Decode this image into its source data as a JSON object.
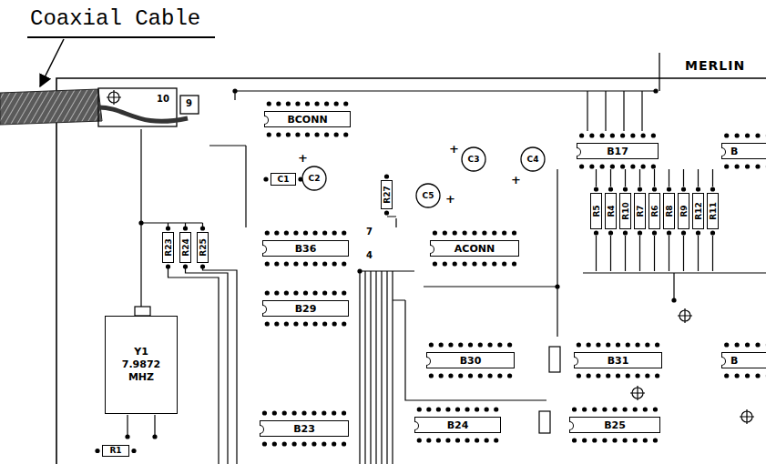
{
  "diagram": {
    "nodes": [
      {
        "text": [
          "BCONN"
        ]
      },
      {
        "text": [
          "R27"
        ]
      },
      {
        "text": [
          "C1"
        ]
      },
      {
        "text": [
          "C2"
        ]
      },
      {
        "text": [
          "C5"
        ]
      },
      {
        "text": [
          "C3"
        ]
      },
      {
        "text": [
          "C4"
        ]
      },
      {
        "text": [
          "B17"
        ]
      },
      {
        "text": [
          "B"
        ]
      },
      {
        "text": [
          "R5"
        ]
      },
      {
        "text": [
          "R4"
        ]
      },
      {
        "text": [
          "R10"
        ]
      },
      {
        "text": [
          "R7"
        ]
      },
      {
        "text": [
          "R6"
        ]
      },
      {
        "text": [
          "R8"
        ]
      },
      {
        "text": [
          "R9"
        ]
      },
      {
        "text": [
          "R12"
        ]
      },
      {
        "text": [
          "R11"
        ]
      },
      {
        "text": [
          "R23"
        ]
      },
      {
        "text": [
          "R24"
        ]
      },
      {
        "text": [
          "R25"
        ]
      },
      {
        "text": [
          "B36"
        ]
      },
      {
        "text": [
          "ACONN"
        ]
      },
      {
        "text": [
          "B29"
        ]
      },
      {
        "text": [
          "Y1 7.9872 MHZ"
        ]
      },
      {
        "text": [
          "B30"
        ]
      },
      {
        "text": [
          "B31"
        ]
      },
      {
        "text": [
          "B"
        ]
      },
      {
        "text": [
          "B23"
        ]
      },
      {
        "text": [
          "B24"
        ]
      },
      {
        "text": [
          "B25"
        ]
      },
      {
        "text": [
          "R1"
        ]
      }
    ],
    "labels": [
      "Coaxial Cable",
      "MERLIN",
      "10",
      "9",
      "+",
      "+",
      "+",
      "+",
      "7",
      "4"
    ]
  }
}
